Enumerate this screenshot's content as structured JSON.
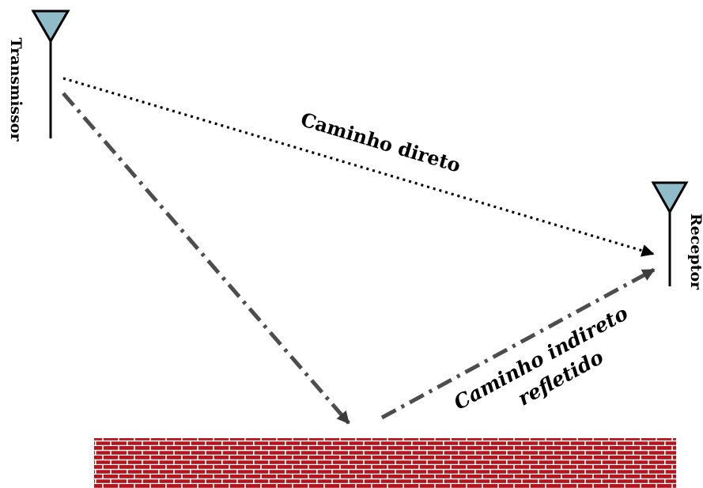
{
  "labels": {
    "transmitter": "Transmissor",
    "receiver": "Receptor",
    "direct_path": "Caminho direto",
    "indirect_path_line1": "Caminho indireto",
    "indirect_path_line2": "refletido"
  },
  "colors": {
    "antenna_fill": "#8fbcc8",
    "antenna_stroke": "#000000",
    "direct_path": "#000000",
    "reflected_path": "#4d4d4d",
    "brick": "#b4141c",
    "mortar": "#ffffff"
  }
}
